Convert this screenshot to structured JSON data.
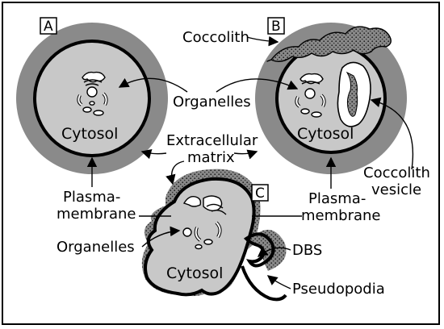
{
  "panels": [
    {
      "letter": "A"
    },
    {
      "letter": "B"
    },
    {
      "letter": "C"
    }
  ],
  "labels": {
    "coccolith": "Coccolith",
    "organelles_top": "Organelles",
    "cytosol_a": "Cytosol",
    "cytosol_b": "Cytosol",
    "cytosol_c": "Cytosol",
    "extracellular_line1": "Extracellular",
    "extracellular_line2": "matrix",
    "plasma_left_line1": "Plasma-",
    "plasma_left_line2": "membrane",
    "plasma_right_line1": "Plasma-",
    "plasma_right_line2": "membrane",
    "organelles_bottom": "Organelles",
    "coccolith_vesicle_line1": "Coccolith",
    "coccolith_vesicle_line2": "vesicle",
    "dbs": "DBS",
    "pseudopodia": "Pseudopodia"
  },
  "colors": {
    "matrix_gray": "#8a8a8a",
    "cytosol_gray": "#c8c8c8",
    "membrane": "#000000",
    "organelle_fill": "#ffffff"
  }
}
